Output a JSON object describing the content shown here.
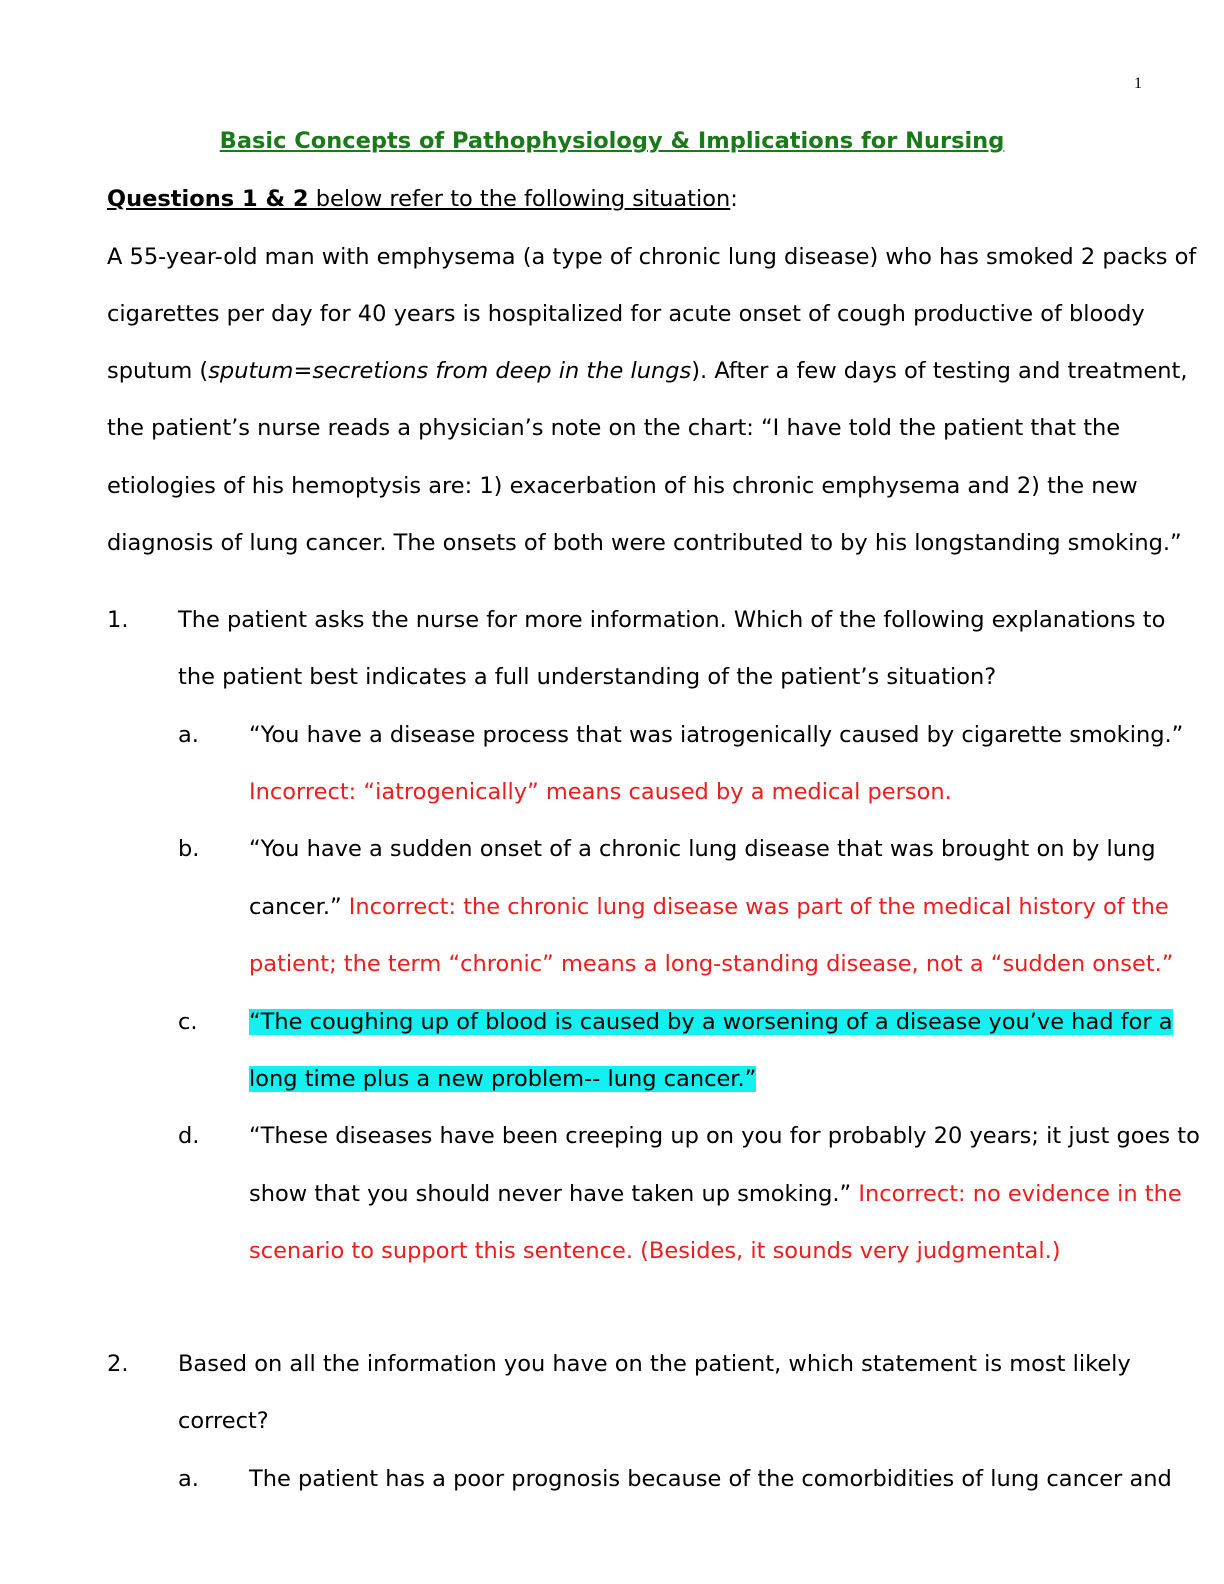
{
  "page_number": "1",
  "title": "Basic Concepts of Pathophysiology & Implications for Nursing",
  "intro": {
    "bold_part": "Questions 1 & 2",
    "underlined_part": " below refer to the following situation",
    "suffix": ":"
  },
  "scenario": {
    "line1": "A 55-year-old man with emphysema (a type of chronic lung disease) who has smoked 2 packs of",
    "line2": "cigarettes per day for 40 years is hospitalized for acute onset of cough productive of bloody",
    "line3_prefix": "sputum (",
    "line3_italic": "sputum=secretions from deep in the lungs",
    "line3_suffix": "). After a few days of testing and treatment,",
    "line4": "the patient’s nurse reads a physician’s note on the chart: “I have told the patient that the",
    "line5": "etiologies of his hemoptysis are: 1) exacerbation of his chronic emphysema and 2) the new",
    "line6": "diagnosis of lung cancer.  The onsets of both were contributed to by his longstanding smoking.”"
  },
  "q1": {
    "number": "1.",
    "line1": "The patient asks the nurse for more information. Which of the following explanations to",
    "line2": "the patient best indicates a full understanding of the patient’s situation?",
    "a": {
      "letter": "a.",
      "text": "“You have a disease process that was iatrogenically caused by cigarette smoking.”",
      "feedback": "Incorrect:  “iatrogenically” means caused by a medical person."
    },
    "b": {
      "letter": "b.",
      "line1": "“You have a sudden onset of a chronic lung disease that was brought on by lung",
      "line2_text": "cancer.” ",
      "line2_feedback": "Incorrect: the chronic lung disease was part of the medical history of the",
      "line3_feedback": "patient; the term “chronic” means a long-standing disease, not a “sudden onset.”"
    },
    "c": {
      "letter": "c.",
      "line1": "“The coughing up of blood is caused by a worsening of a disease you’ve had for a",
      "line2": "long time plus a new problem-- lung cancer.”"
    },
    "d": {
      "letter": "d.",
      "line1": "“These diseases have been creeping up on you for probably 20 years; it just goes to",
      "line2_text": "show that you should never have taken up smoking.” ",
      "line2_feedback": "Incorrect: no evidence in the",
      "line3_feedback": "scenario to support this sentence.  (Besides, it sounds very judgmental.)"
    }
  },
  "q2": {
    "number": "2.",
    "line1": "Based on all the information you have on the patient, which statement is most likely",
    "line2": "correct?",
    "a": {
      "letter": "a.",
      "line1": "The patient has a poor prognosis because of the comorbidities of lung cancer and"
    }
  },
  "colors": {
    "title": "#1a7a1a",
    "feedback": "#ee1c1c",
    "highlight": "#14f0f0"
  }
}
